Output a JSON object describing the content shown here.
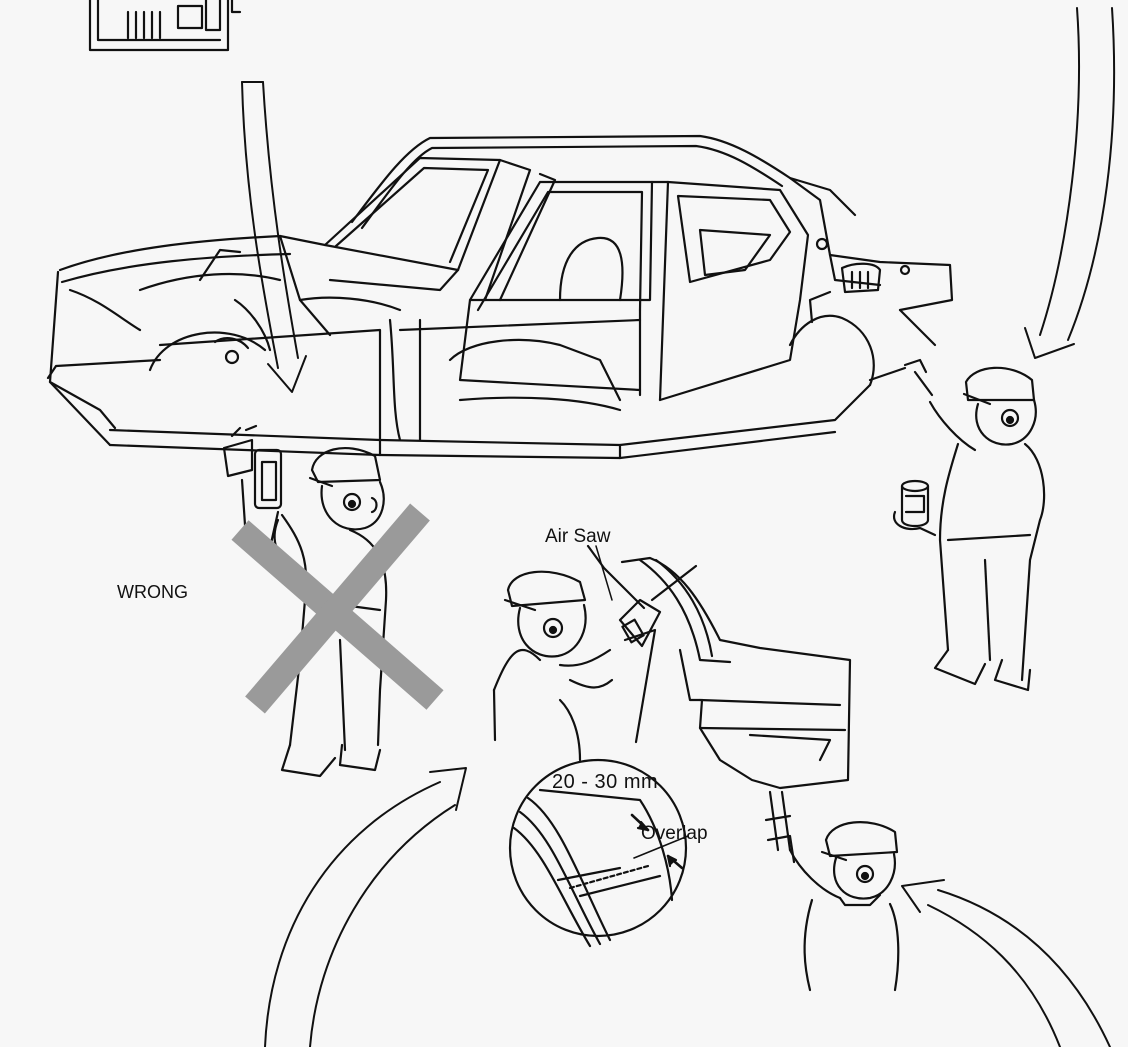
{
  "labels": {
    "air_saw": "Air Saw",
    "wrong": "WRONG",
    "distance": "20 - 30 mm",
    "overlap": "Overlap"
  },
  "colors": {
    "background": "#f7f7f7",
    "line": "#111111",
    "wrong_mark": "#9a9a9a"
  },
  "icons": [
    "car-body-shell-icon",
    "spot-welder-icon",
    "air-saw-icon",
    "quarter-panel-icon",
    "sealer-can-icon",
    "worker-icon",
    "flow-arrow-icon",
    "wrong-x-icon"
  ]
}
